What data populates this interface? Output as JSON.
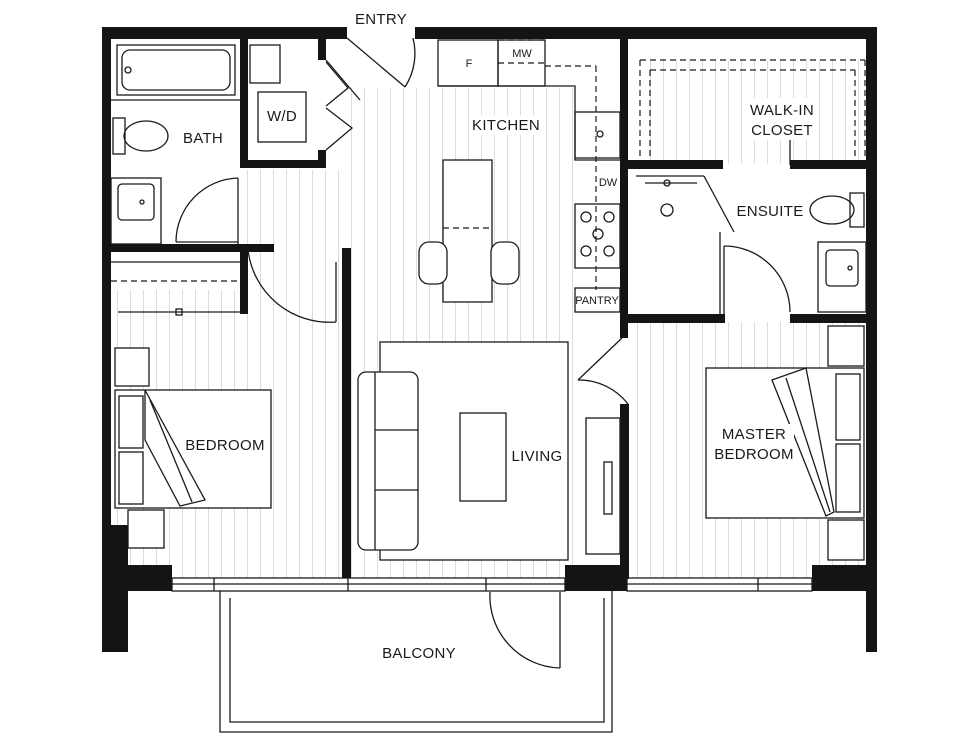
{
  "rooms": {
    "entry": "ENTRY",
    "kitchen": "KITCHEN",
    "bath": "BATH",
    "laundry": "W/D",
    "fridge": "F",
    "microwave": "MW",
    "dishwasher": "DW",
    "pantry": "PANTRY",
    "walk_in_line1": "WALK-IN",
    "walk_in_line2": "CLOSET",
    "ensuite": "ENSUITE",
    "bedroom": "BEDROOM",
    "living": "LIVING",
    "master_line1": "MASTER",
    "master_line2": "BEDROOM",
    "balcony": "BALCONY"
  }
}
